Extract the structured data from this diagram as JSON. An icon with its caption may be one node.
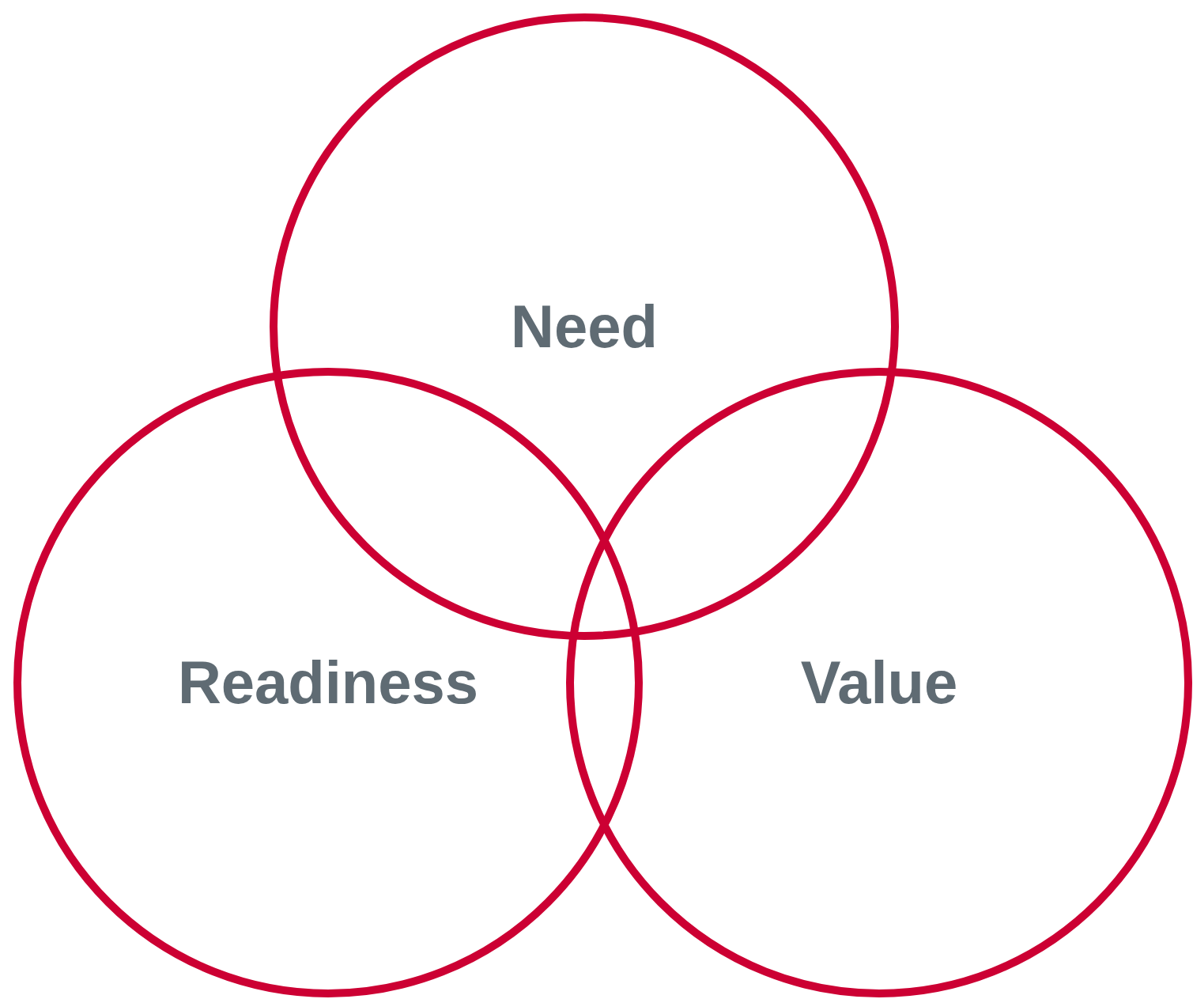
{
  "diagram": {
    "nodes": [
      {
        "text": [
          "Need"
        ]
      },
      {
        "text": [
          "Readiness"
        ]
      },
      {
        "text": [
          "Value"
        ]
      }
    ]
  }
}
